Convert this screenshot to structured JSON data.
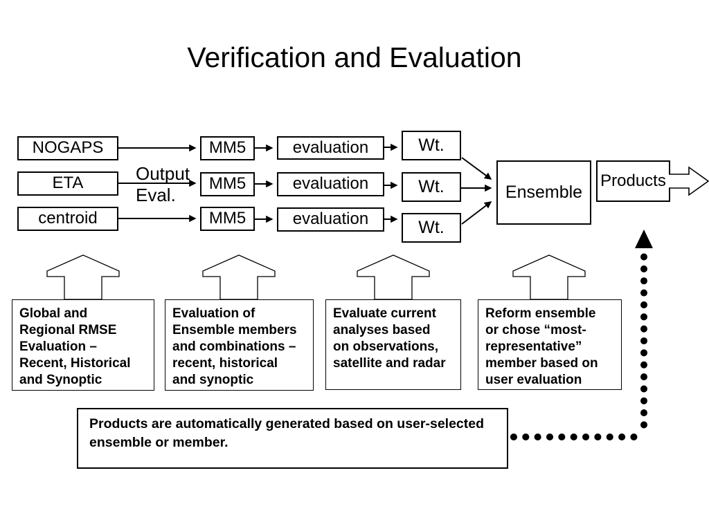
{
  "title": "Verification and Evaluation",
  "flow": {
    "rows": [
      {
        "source": "NOGAPS",
        "model": "MM5",
        "eval_label": "evaluation",
        "weight": "Wt."
      },
      {
        "source": "ETA",
        "model": "MM5",
        "eval_label": "evaluation",
        "weight": "Wt."
      },
      {
        "source": "centroid",
        "model": "MM5",
        "eval_label": "evaluation",
        "weight": "Wt."
      }
    ],
    "output_eval": "Output\nEval.",
    "ensemble": "Ensemble",
    "products": "Products"
  },
  "callouts": [
    {
      "text": "Global and\nRegional RMSE\nEvaluation –\nRecent, Historical\nand Synoptic"
    },
    {
      "text": "Evaluation of\nEnsemble members\nand combinations –\nrecent, historical\nand synoptic"
    },
    {
      "text": "Evaluate current\nanalyses based\non observations,\nsatellite and radar"
    },
    {
      "text": "Reform ensemble\nor chose “most-\nrepresentative”\nmember based on\nuser evaluation"
    }
  ],
  "footer": {
    "text": "Products are automatically generated based on user-selected\nensemble or member."
  },
  "icons": {
    "callout_arrow": "block-arrow-up",
    "products_arrow": "block-arrow-right",
    "feedback_arrow": "dotted-arrow-up"
  },
  "colors": {
    "foreground": "#000000",
    "background": "#ffffff"
  }
}
